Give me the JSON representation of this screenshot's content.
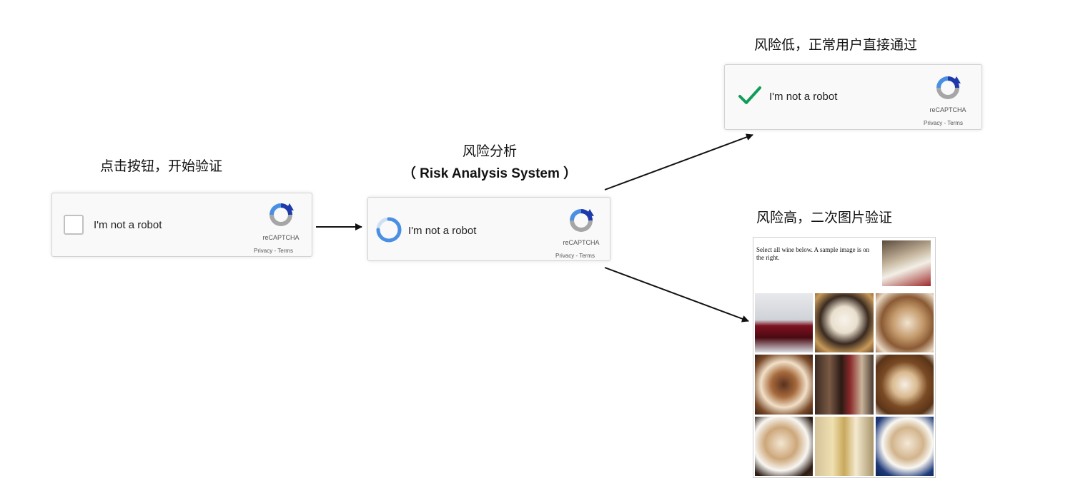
{
  "steps": {
    "click": {
      "label": "点击按钮，开始验证"
    },
    "analysis": {
      "label_line1": "风险分析",
      "label_line2": "（ Risk Analysis System ）"
    },
    "low_risk": {
      "label": "风险低，正常用户直接通过"
    },
    "high_risk": {
      "label": "风险高，二次图片验证"
    }
  },
  "recaptcha": {
    "checkbox_text": "I'm not a robot",
    "brand": "reCAPTCHA",
    "legal": "Privacy - Terms"
  },
  "challenge": {
    "instruction": "Select all wine below. A sample image is on the right.",
    "tiles": [
      "wine-glass",
      "coffee-cup",
      "latte",
      "heart-latte",
      "wine-bottles",
      "latte-art",
      "cappuccino",
      "beer-glass",
      "latte-blue-cup"
    ]
  },
  "colors": {
    "check_green": "#0f9d58",
    "spinner_blue": "#4a90e2",
    "logo_blue": "#1c3aa9",
    "logo_light_blue": "#4a90e2",
    "logo_gray": "#a6a6a6"
  }
}
